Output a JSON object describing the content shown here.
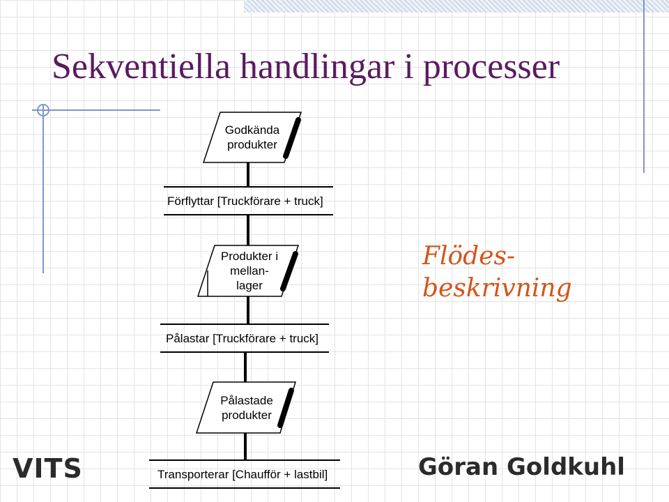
{
  "title": "Sekventiella handlingar i processer",
  "flow": {
    "box1": {
      "line1": "Godkända",
      "line2": "produkter"
    },
    "step1": "Förflyttar [Truckförare + truck]",
    "box2": {
      "line1": "Produkter i",
      "line2": "mellan-",
      "line3": "lager"
    },
    "step2": "Pålastar [Truckförare + truck]",
    "box3": {
      "line1": "Pålastade",
      "line2": "produkter"
    },
    "step3": "Transporterar [Chaufför + lastbil]"
  },
  "side_note": {
    "line1": "Flödes-",
    "line2": "beskrivning"
  },
  "logos": {
    "left": "VITS",
    "right": "Göran Goldkuhl"
  },
  "colors": {
    "title": "#5a1b5e",
    "side_note": "#d2561b",
    "frame_line": "#7f95c8"
  }
}
